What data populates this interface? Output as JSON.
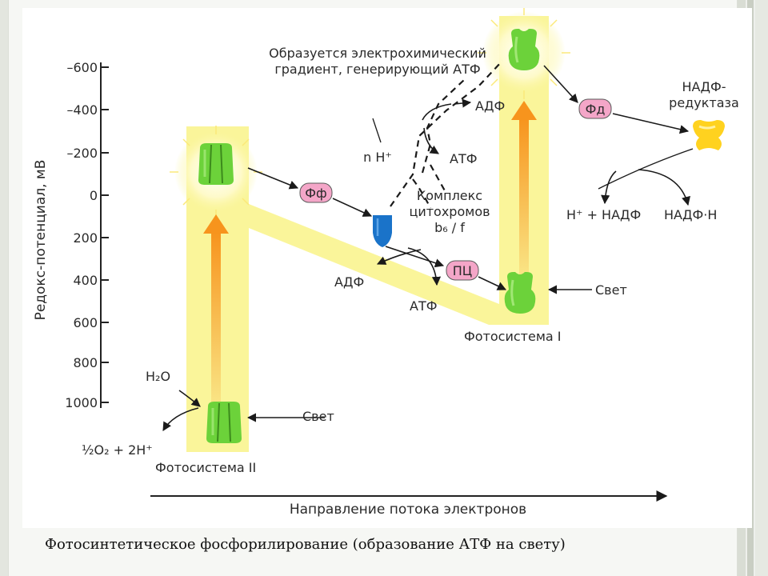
{
  "caption": "Фотосинтетическое фосфорилирование (образование АТФ на свету)",
  "y_axis": {
    "title": "Редокс-потенциал, мВ",
    "ticks": [
      "–600",
      "–400",
      "–200",
      "0",
      "200",
      "400",
      "600",
      "800",
      "1000"
    ]
  },
  "x_axis": {
    "title": "Направление потока электронов"
  },
  "labels": {
    "gradient_line1": "Образуется электрохимический",
    "gradient_line2": "градиент, генерирующий АТФ",
    "nh": "n H⁺",
    "adf_top": "АДФ",
    "atf_top": "АТФ",
    "complex_line1": "Комплекс",
    "complex_line2": "цитохромов",
    "complex_line3": "b₆ / f",
    "ff": "Фф",
    "pc": "ПЦ",
    "adf_mid": "АДФ",
    "atf_mid": "АТФ",
    "light_ps1": "Свет",
    "ps1": "Фотосистема I",
    "fd": "Фд",
    "nadp_red_line1": "НАДФ-",
    "nadp_red_line2": "редуктаза",
    "h_nadp": "H⁺ + НАДФ",
    "nadph": "НАДФ·Н",
    "h2o": "H₂O",
    "o2_eq": "½O₂ + 2H⁺",
    "light_ps2": "Свет",
    "ps2": "Фотосистема II"
  },
  "colors": {
    "band": "#faf59a",
    "glow": "#fffbd0",
    "arrow_orange": "#f7941d",
    "complex_green": "#6cd23a",
    "cytochrome_blue": "#1a73c9",
    "carrier_pink": "#f4a6c8",
    "reductase_yellow": "#ffd21f"
  }
}
